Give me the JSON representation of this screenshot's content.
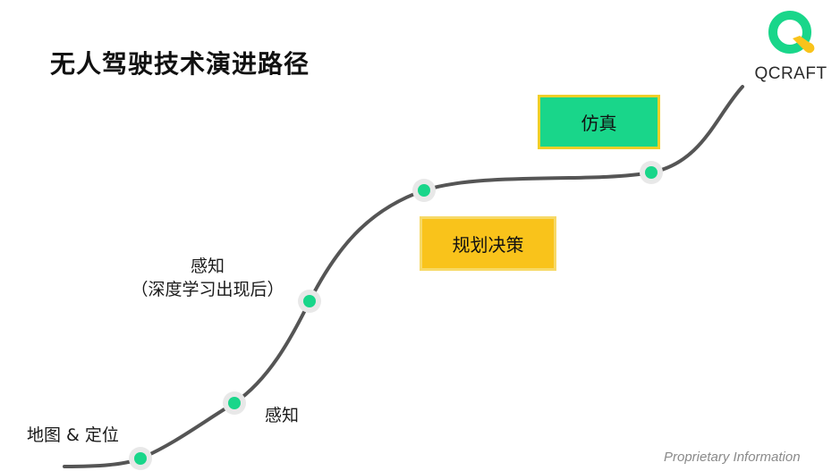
{
  "title": "无人驾驶技术演进路径",
  "logo": {
    "text": "QCRAFT",
    "colors": {
      "ring": "#19d68a",
      "tail": "#f9c31b"
    }
  },
  "path": {
    "stroke_color": "#555555",
    "milestone_color": "#19d68a",
    "milestone_halo": "#e8e8e8"
  },
  "labels": {
    "map_localization": "地图 & 定位",
    "perception": "感知",
    "perception_deep_title": "感知",
    "perception_deep_subtitle": "（深度学习出现后）"
  },
  "boxes": {
    "simulation": {
      "label": "仿真",
      "fill": "#19d68a",
      "border": "#f2cf28"
    },
    "planning": {
      "label": "规划决策",
      "fill": "#f9c31b",
      "border": "#f7d967"
    }
  },
  "footer": "Proprietary Information"
}
